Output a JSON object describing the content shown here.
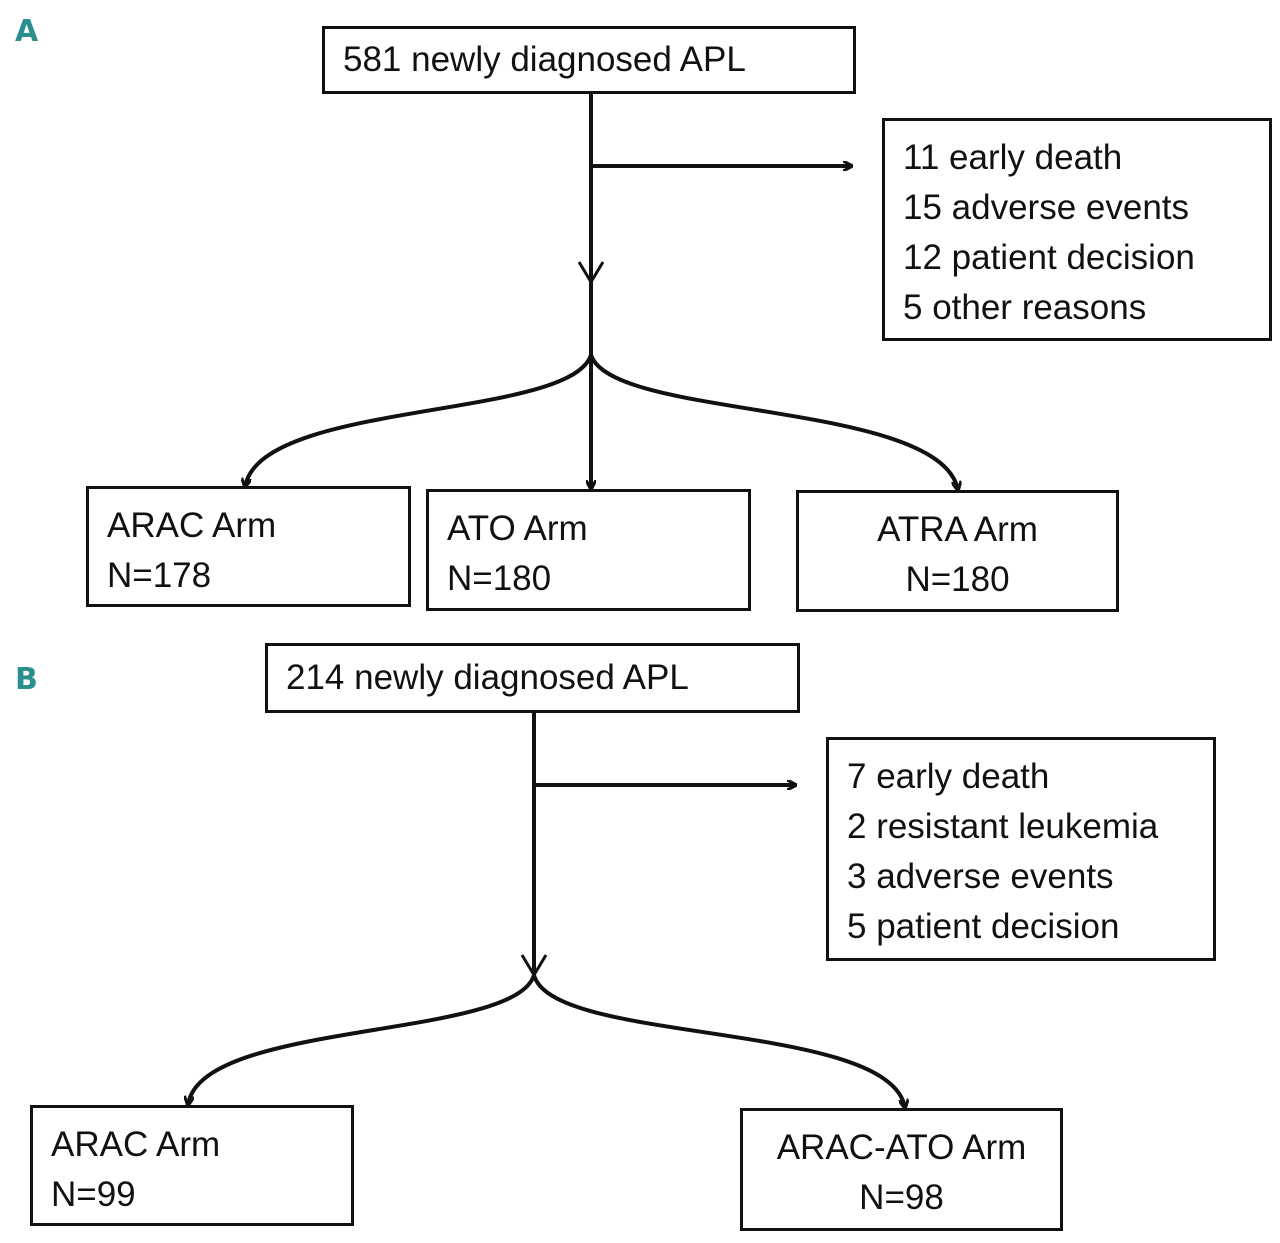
{
  "panel_a": {
    "label": "A",
    "root": "581 newly diagnosed APL",
    "excluded": [
      "11 early death",
      "15 adverse events",
      "12 patient decision",
      "5 other reasons"
    ],
    "arms": [
      {
        "name": "ARAC Arm",
        "n": "N=178"
      },
      {
        "name": "ATO Arm",
        "n": "N=180"
      },
      {
        "name": "ATRA Arm",
        "n": "N=180"
      }
    ]
  },
  "panel_b": {
    "label": "B",
    "root": "214 newly diagnosed APL",
    "excluded": [
      "7 early death",
      "2 resistant leukemia",
      "3 adverse events",
      "5 patient decision"
    ],
    "arms": [
      {
        "name": "ARAC Arm",
        "n": "N=99"
      },
      {
        "name": "ARAC-ATO Arm",
        "n": "N=98"
      }
    ]
  }
}
